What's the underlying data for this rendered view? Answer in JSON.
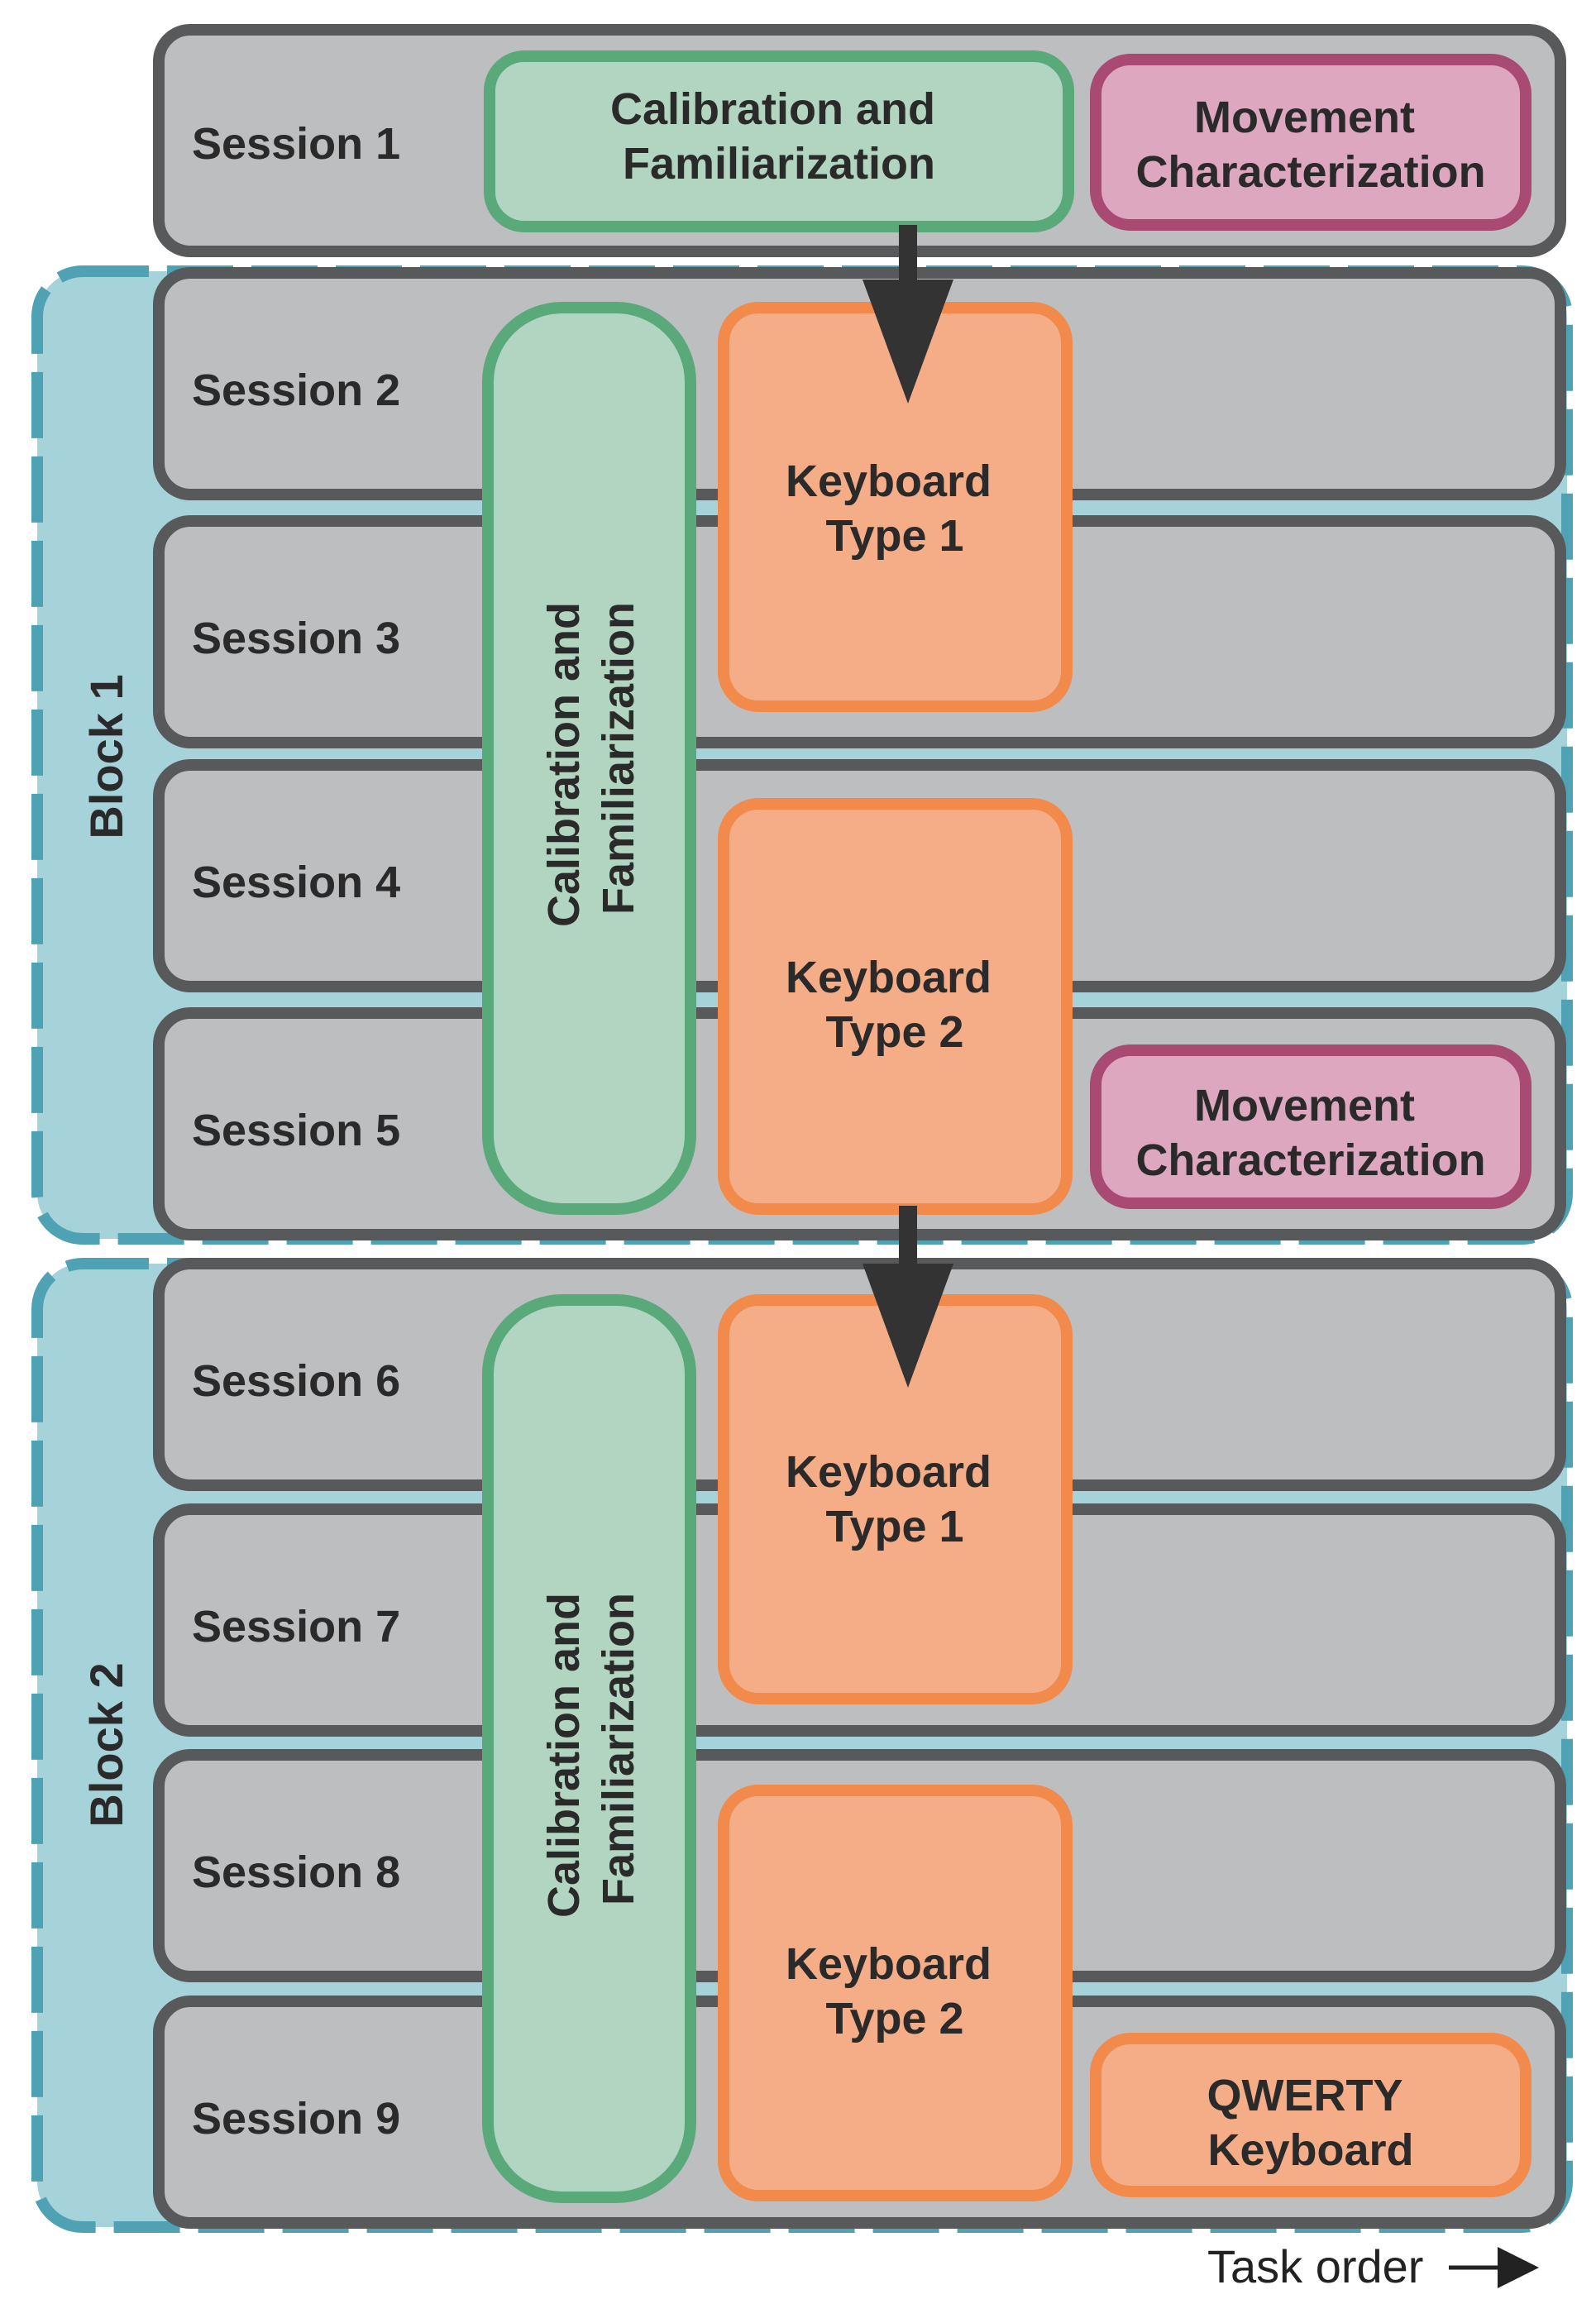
{
  "colors": {
    "session_fill": "#bdbec0",
    "session_border": "#58595b",
    "block_fill": "#a6d2da",
    "block_border": "#4fa2b3",
    "calib_fill": "#b1d5c0",
    "calib_border": "#5aa97a",
    "keyboard_fill": "#f5ad88",
    "keyboard_border": "#f18a4b",
    "movement_fill": "#dda7bf",
    "movement_border": "#a94a73",
    "arrow": "#333333"
  },
  "sessions": [
    {
      "label": "Session 1"
    },
    {
      "label": "Session 2"
    },
    {
      "label": "Session 3"
    },
    {
      "label": "Session 4"
    },
    {
      "label": "Session 5"
    },
    {
      "label": "Session 6"
    },
    {
      "label": "Session 7"
    },
    {
      "label": "Session 8"
    },
    {
      "label": "Session 9"
    }
  ],
  "blocks": [
    {
      "label": "Block 1"
    },
    {
      "label": "Block 2"
    }
  ],
  "session1": {
    "calibration": [
      "Calibration and",
      "Familiarization"
    ],
    "movement": [
      "Movement",
      "Characterization"
    ]
  },
  "block1": {
    "calibration": [
      "Calibration and",
      "Familiarization"
    ],
    "keyboard_1": [
      "Keyboard",
      "Type 1"
    ],
    "keyboard_2": [
      "Keyboard",
      "Type 2"
    ],
    "movement": [
      "Movement",
      "Characterization"
    ]
  },
  "block2": {
    "calibration": [
      "Calibration and",
      "Familiarization"
    ],
    "keyboard_1": [
      "Keyboard",
      "Type 1"
    ],
    "keyboard_2": [
      "Keyboard",
      "Type 2"
    ],
    "qwerty": [
      "QWERTY",
      "Keyboard"
    ]
  },
  "footer": {
    "task_order": "Task order"
  }
}
